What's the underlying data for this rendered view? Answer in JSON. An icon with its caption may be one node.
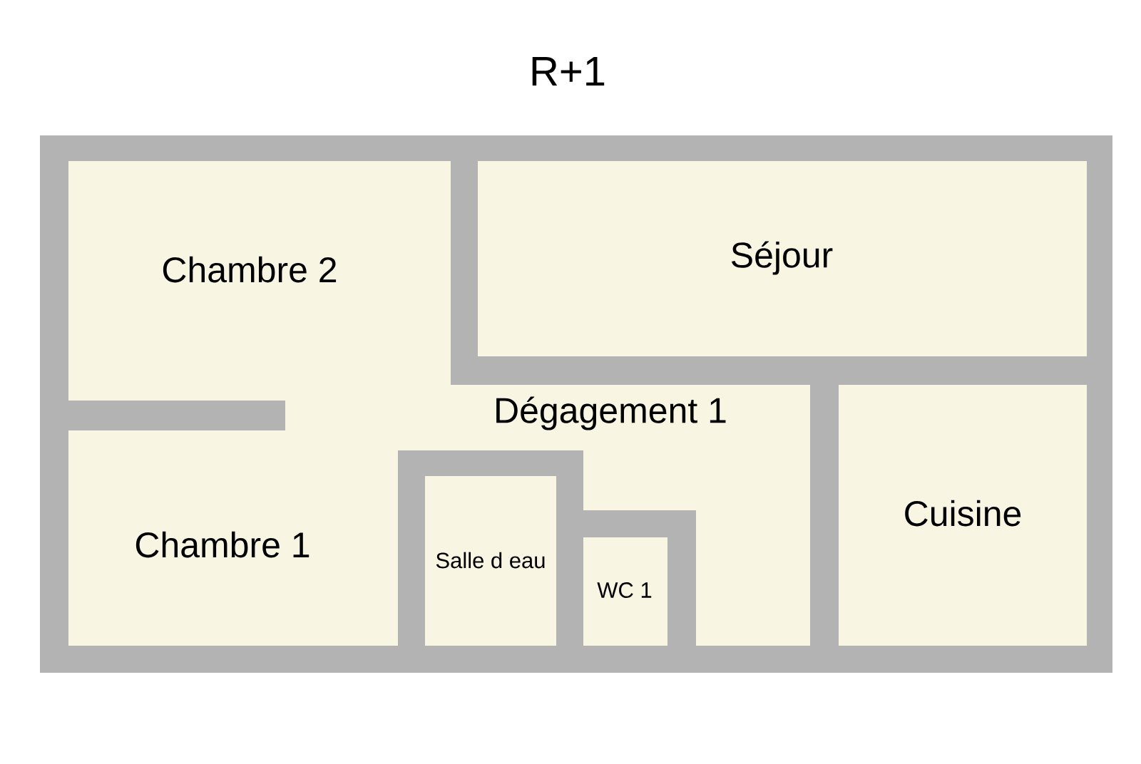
{
  "diagram": {
    "title": "R+1",
    "nodes": [
      {
        "text": [
          "Chambre 2"
        ]
      },
      {
        "text": [
          "Séjour"
        ]
      },
      {
        "text": [
          "Dégagement 1"
        ]
      },
      {
        "text": [
          "Chambre 1"
        ]
      },
      {
        "text": [
          "Salle d eau"
        ]
      },
      {
        "text": [
          "WC 1"
        ]
      },
      {
        "text": [
          "Cuisine"
        ]
      }
    ]
  }
}
